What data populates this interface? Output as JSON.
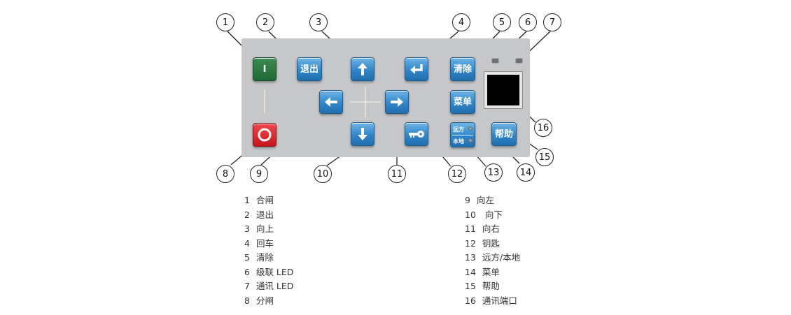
{
  "panel": {
    "keys": {
      "close": "I",
      "open": "O",
      "exit": "退出",
      "clear": "清除",
      "menu": "菜单",
      "help": "帮助",
      "remote_top": "远方",
      "remote_bottom": "本地"
    }
  },
  "icons": {
    "up": "arrow-up-icon",
    "down": "arrow-down-icon",
    "left": "arrow-left-icon",
    "right": "arrow-right-icon",
    "enter": "enter-return-icon",
    "key": "key-icon"
  },
  "callouts": [
    "1",
    "2",
    "3",
    "4",
    "5",
    "6",
    "7",
    "8",
    "9",
    "10",
    "11",
    "12",
    "13",
    "14",
    "15",
    "16"
  ],
  "legend": {
    "left": [
      {
        "num": "1",
        "label": "合闸"
      },
      {
        "num": "2",
        "label": "退出"
      },
      {
        "num": "3",
        "label": "向上"
      },
      {
        "num": "4",
        "label": "回车"
      },
      {
        "num": "5",
        "label": "清除"
      },
      {
        "num": "6",
        "label": "级联 LED"
      },
      {
        "num": "7",
        "label": "通讯 LED"
      },
      {
        "num": "8",
        "label": "分闸"
      }
    ],
    "right": [
      {
        "num": "9",
        "label": "向左"
      },
      {
        "num": "10",
        "label": " 向下"
      },
      {
        "num": "11",
        "label": "向右"
      },
      {
        "num": "12",
        "label": "钥匙"
      },
      {
        "num": "13",
        "label": "远方/本地"
      },
      {
        "num": "14",
        "label": "菜单"
      },
      {
        "num": "15",
        "label": "帮助"
      },
      {
        "num": "16",
        "label": "通讯端口"
      }
    ]
  },
  "colors": {
    "panel": "#c6c7c9",
    "key_blue": "#2f86c9",
    "key_green": "#1f6a35",
    "key_red": "#c9151b"
  }
}
